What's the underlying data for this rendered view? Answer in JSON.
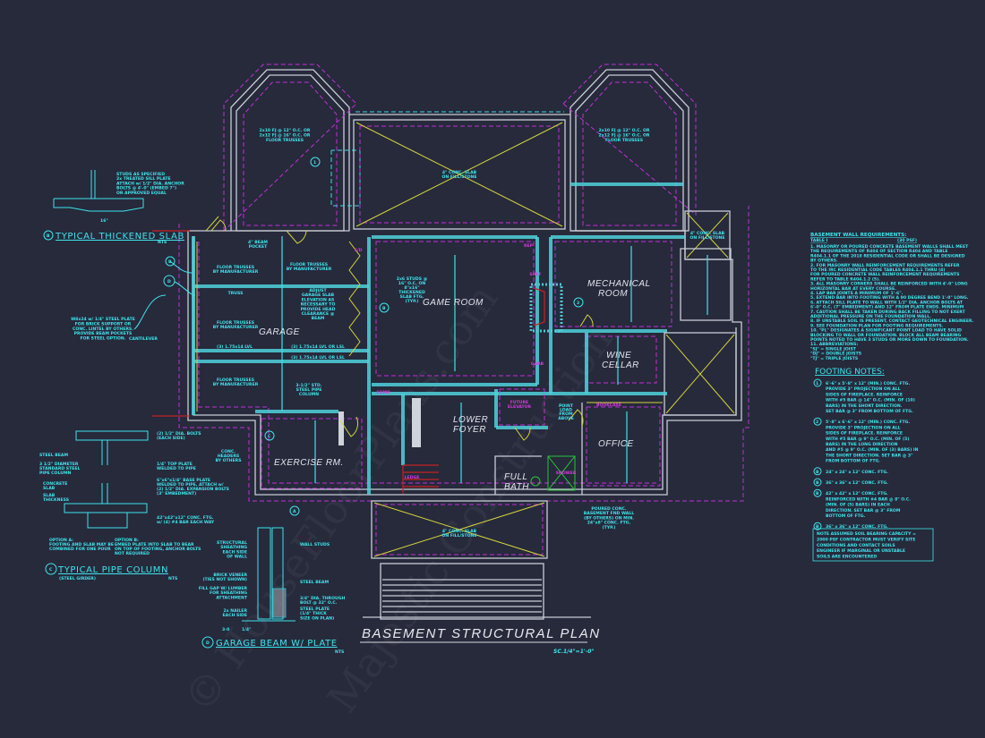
{
  "title": {
    "text": "BASEMENT STRUCTURAL PLAN",
    "scale": "SC.1/4\"=1'-0\""
  },
  "colors": {
    "background": "#262a3b",
    "cyan": "#3fe3ee",
    "magenta": "#c22fd8",
    "yellow": "#d6d23c",
    "walls": "#c9cdd6",
    "red": "#c82222"
  },
  "rooms": {
    "garage": "GARAGE",
    "game_room": "GAME ROOM",
    "mechanical_room": [
      "MECHANICAL",
      "ROOM"
    ],
    "wine_cellar": [
      "WINE",
      "CELLAR"
    ],
    "lower_foyer": [
      "LOWER",
      "FOYER"
    ],
    "office": "OFFICE",
    "exercise_rm": "EXERCISE RM.",
    "full_bath": [
      "FULL",
      "BATH"
    ]
  },
  "plan_callouts": {
    "joists_left": [
      "2x10 FJ @ 12\" O.C. OR",
      "2x12 FJ @ 16\" O.C. OR",
      "FLOOR TRUSSES"
    ],
    "joists_right": [
      "2x10 FJ @ 12\" O.C. OR",
      "2x12 FJ @ 16\" O.C. OR",
      "FLOOR TRUSSES"
    ],
    "slab_top": [
      "4\" CONC. SLAB",
      "ON FILL/STONE"
    ],
    "slab_small": [
      "4\" CONC. SLAB",
      "ON FILL/STONE"
    ],
    "slab_bottom": [
      "4\" CONC. SLAB",
      "ON FILL/STONE"
    ],
    "beam_pocket": [
      "4\" BEAM",
      "POCKET"
    ],
    "floor_trusses_mfr": [
      "FLOOR TRUSSES",
      "BY MANUFACTURER"
    ],
    "truss": "TRUSS",
    "lvl_1": "(3) 1.75x14 LVL",
    "lvl_2": "(3) 1.75x14 LVL OR LSL",
    "lvl_3": "(3) 1.75x14 LVL OR LSL",
    "adjust_slab": [
      "ADJUST",
      "GARAGE SLAB",
      "ELEVATION AS",
      "NECESSARY TO",
      "PROVIDE HEAD",
      "CLEARANCE @",
      "BEAM"
    ],
    "pipe_column": [
      "3-1/2\" STD.",
      "STEEL PIPE",
      "COLUMN"
    ],
    "studs": [
      "2x6 STUDS @",
      "16\" O.C. ON",
      "8\"x16\"",
      "THICKENED",
      "SLAB FTG.",
      "(TYP.)"
    ],
    "cantilever": "CANTILEVER",
    "steel_plate": [
      "W8x24 w/ 1/4\" STEEL PLATE",
      "FOR BRICK SUPPORT OR",
      "CONC. LINTEL BY OTHERS.",
      "PROVIDE BEAM POCKETS",
      "FOR STEEL OPTION."
    ],
    "conc_headers": [
      "CONC.",
      "HEADERS",
      "BY OTHERS"
    ],
    "poured_wall": [
      "POURED CONC.",
      "BASEMENT FND WALL",
      "(BY OTHERS) ON MIN.",
      "24\"x8\" CONC. FTG.",
      "(TYP.)"
    ],
    "future_elevator": [
      "FUTURE",
      "ELEVATOR"
    ],
    "bookcase": "BOOKCASE",
    "shower": "SHOWER",
    "point_load": [
      "POINT",
      "LOAD",
      "FROM",
      "ABOVE"
    ],
    "rep": "REP",
    "shelf": "SHLF",
    "garb": "GARB",
    "comp": "COMP",
    "ledge": "LEDGE",
    "sd": "S/D"
  },
  "detail_b": {
    "title": "TYPICAL THICKENED SLAB",
    "marker": "B",
    "scale": "NTS",
    "notes": [
      "STUDS AS SPECIFIED",
      "2x TREATED SILL PLATE",
      "ATTACH w/ 1/2\" DIA. ANCHOR",
      "BOLTS @ 4'-0\" (EMBED 7\")",
      "OR APPROVED EQUAL"
    ],
    "dim": "16\""
  },
  "detail_c": {
    "title": "TYPICAL PIPE COLUMN",
    "subtitle": "(STEEL GIRDER)",
    "marker": "C",
    "scale": "NTS",
    "notes_left": [
      "STEEL BEAM",
      "3 1/2\" DIAMETER",
      "STANDARD STEEL",
      "PIPE COLUMN",
      "CONCRETE",
      "SLAB",
      "SLAB",
      "THICKNESS"
    ],
    "notes_right": [
      "(2) 1/2\" DIA. BOLTS",
      "(EACH SIDE)",
      "1/4\" TOP PLATE",
      "WELDED TO PIPE",
      "6\"x6\"x1/4\" BASE PLATE",
      "WELDED TO PIPE, ATTACH w/",
      "(2) 1/2\" DIA. EXPANSION BOLTS",
      "(3\" EMBEDMENT)",
      "42\"x42\"x12\" CONC. FTG.",
      "w/ (4) #4 BAR EACH WAY"
    ],
    "option_a": [
      "OPTION A:",
      "FOOTING AND SLAB MAY BE",
      "COMBINED FOR ONE POUR"
    ],
    "option_b": [
      "OPTION B:",
      "EMBED PLATE INTO SLAB TO BEAR",
      "ON TOP OF FOOTING, ANCHOR BOLTS",
      "NOT REQUIRED"
    ]
  },
  "detail_d": {
    "title": "GARAGE BEAM W/ PLATE",
    "marker": "D",
    "scale": "NTS",
    "notes_left": [
      "STRUCTURAL",
      "SHEATHING",
      "EACH SIDE",
      "OF WALL",
      "BRICK VENEER",
      "(TIES NOT SHOWN)",
      "FILL GAP W/ LUMBER",
      "FOR SHEATHING",
      "ATTACHMENT",
      "2x NAILER",
      "EACH SIDE"
    ],
    "notes_right": [
      "WALL STUDS",
      "STEEL BEAM",
      "3/4\" DIA. THROUGH",
      "BOLT @ 32\" O.C.",
      "STEEL PLATE",
      "(1/4\" THICK",
      "SIZE ON PLAN)"
    ],
    "dim_left": "3-0",
    "dim_right": "1/4\""
  },
  "wall_requirements": {
    "title": "BASEMENT WALL REQUIREMENTS:",
    "table": "TABLE I",
    "table_right": "(30 PSF)",
    "items": [
      "1. MASONRY OR POURED CONCRETE BASEMENT WALLS SHALL MEET",
      "   THE REQUIREMENTS OF R404 OF SECTION R404 AND TABLE",
      "   R404.1.1 OF THE 2018 RESIDENTIAL CODE OR SHALL BE DESIGNED",
      "   BY OTHERS.",
      "2. FOR MASONRY WALL REINFORCEMENT REQUIREMENTS REFER",
      "   TO THE IRC RESIDENTIAL CODE TABLES R404.1.1 THRU (4)",
      "   FOR POURED CONCRETE WALL REINFORCEMENT REQUIREMENTS",
      "   REFER TO TABLE R404.1.2 (5).",
      "3. ALL MASONRY CORNERS SHALL BE REINFORCED WITH 4'-0\" LONG",
      "   HORIZONTAL BAR AT EVERY COURSE.",
      "4. LAP BAR JOINTS A MINIMUM OF 1'-6\".",
      "5. EXTEND BAR INTO FOOTING WITH A 90 DEGREE BEND 1'-0\" LONG.",
      "6. ATTACH SILL PLATE TO WALL WITH 1/2\" DIA. ANCHOR BOLTS AT",
      "   6'-0\" O.C. (7\" EMBEDMENT) AND 12\" FROM PLATE ENDS. MINIMUM",
      "7. CAUTION SHALL BE TAKEN DURING BACK FILLING TO NOT EXERT",
      "   ADDITIONAL PRESSURE ON THE FOUNDATION WALL.",
      "8. IF UNSTABLE SOIL IS PRESENT, CONTACT GEOTECHNICAL ENGINEER.",
      "9. SEE FOUNDATION PLAN FOR FOOTING REQUIREMENTS.",
      "10. \"PL\" DESIGNATES A SIGNIFICANT POINT LOAD TO HAVE SOLID",
      "   BLOCKING TO WALL OR FOUNDATION. BLOCK ALL BEAM BEARING",
      "   POINTS NOTED TO HAVE 3 STUDS OR MORE DOWN TO FOUNDATION.",
      "11. ABBREVIATIONS:",
      "   \"SJ\" = SINGLE JOIST",
      "   \"DJ\" = DOUBLE JOISTS",
      "   \"TJ\" = TRIPLE JOISTS"
    ]
  },
  "footing_notes": {
    "title": "FOOTING NOTES:",
    "items": [
      {
        "marker": "1",
        "lines": [
          "6'-6\" x 5'-8\" x 12\" (MIN.) CONC. FTG.",
          "PROVIDE 3\" PROJECTION ON ALL",
          "SIDES OF FIREPLACE. REINFORCE",
          "WITH #5 BAR @ 14\" O.C. (MIN. OF (10)",
          "BARS) IN THE SHORT DIRECTION.",
          "SET BAR @ 3\" FROM BOTTOM OF FTG."
        ]
      },
      {
        "marker": "2",
        "lines": [
          "5'-8\" x 6'-6\" x 12\" (MIN.) CONC. FTG.",
          "PROVIDE 3\" PROJECTION ON ALL",
          "SIDES OF FIREPLACE. REINFORCE",
          "WITH #5 BAR @ 9\" O.C. (MIN. OF (5)",
          "BARS) IN THE LONG DIRECTION",
          "AND #5 @ 9\" O.C. (MIN. OF (3) BARS) IN",
          "THE SHORT DIRECTION. SET BAR @ 3\"",
          "FROM BOTTOM OF FTG."
        ]
      },
      {
        "marker": "B",
        "lines": [
          "24\" x 24\" x 12\" CONC. FTG."
        ]
      },
      {
        "marker": "B",
        "lines": [
          "36\" x 36\" x 12\" CONC. FTG."
        ]
      },
      {
        "marker": "B",
        "lines": [
          "42\" x 42\" x 12\" CONC. FTG.",
          "REINFORCED WITH #4 BAR @ 8\" O.C.",
          "(MIN. OF (5) BARS) IN EACH",
          "DIRECTION. SET BAR @ 3\" FROM",
          "BOTTOM OF FTG."
        ]
      },
      {
        "marker": "B",
        "lines": [
          "36\" x 36\" x 12\" CONC. FTG."
        ]
      }
    ],
    "soil_note": [
      "NOTE ASSUMED SOIL BEARING CAPACITY =",
      "2000 PSF CONTRACTOR MUST VERIFY SITE",
      "CONDITIONS AND CONTACT SOILS",
      "ENGINEER IF MARGINAL OR UNSTABLE",
      "SOILS ARE ENCOUNTERED"
    ]
  },
  "section_markers": {
    "a": "A",
    "b": "B",
    "c": "C",
    "d": "D",
    "one": "1",
    "two": "2"
  }
}
